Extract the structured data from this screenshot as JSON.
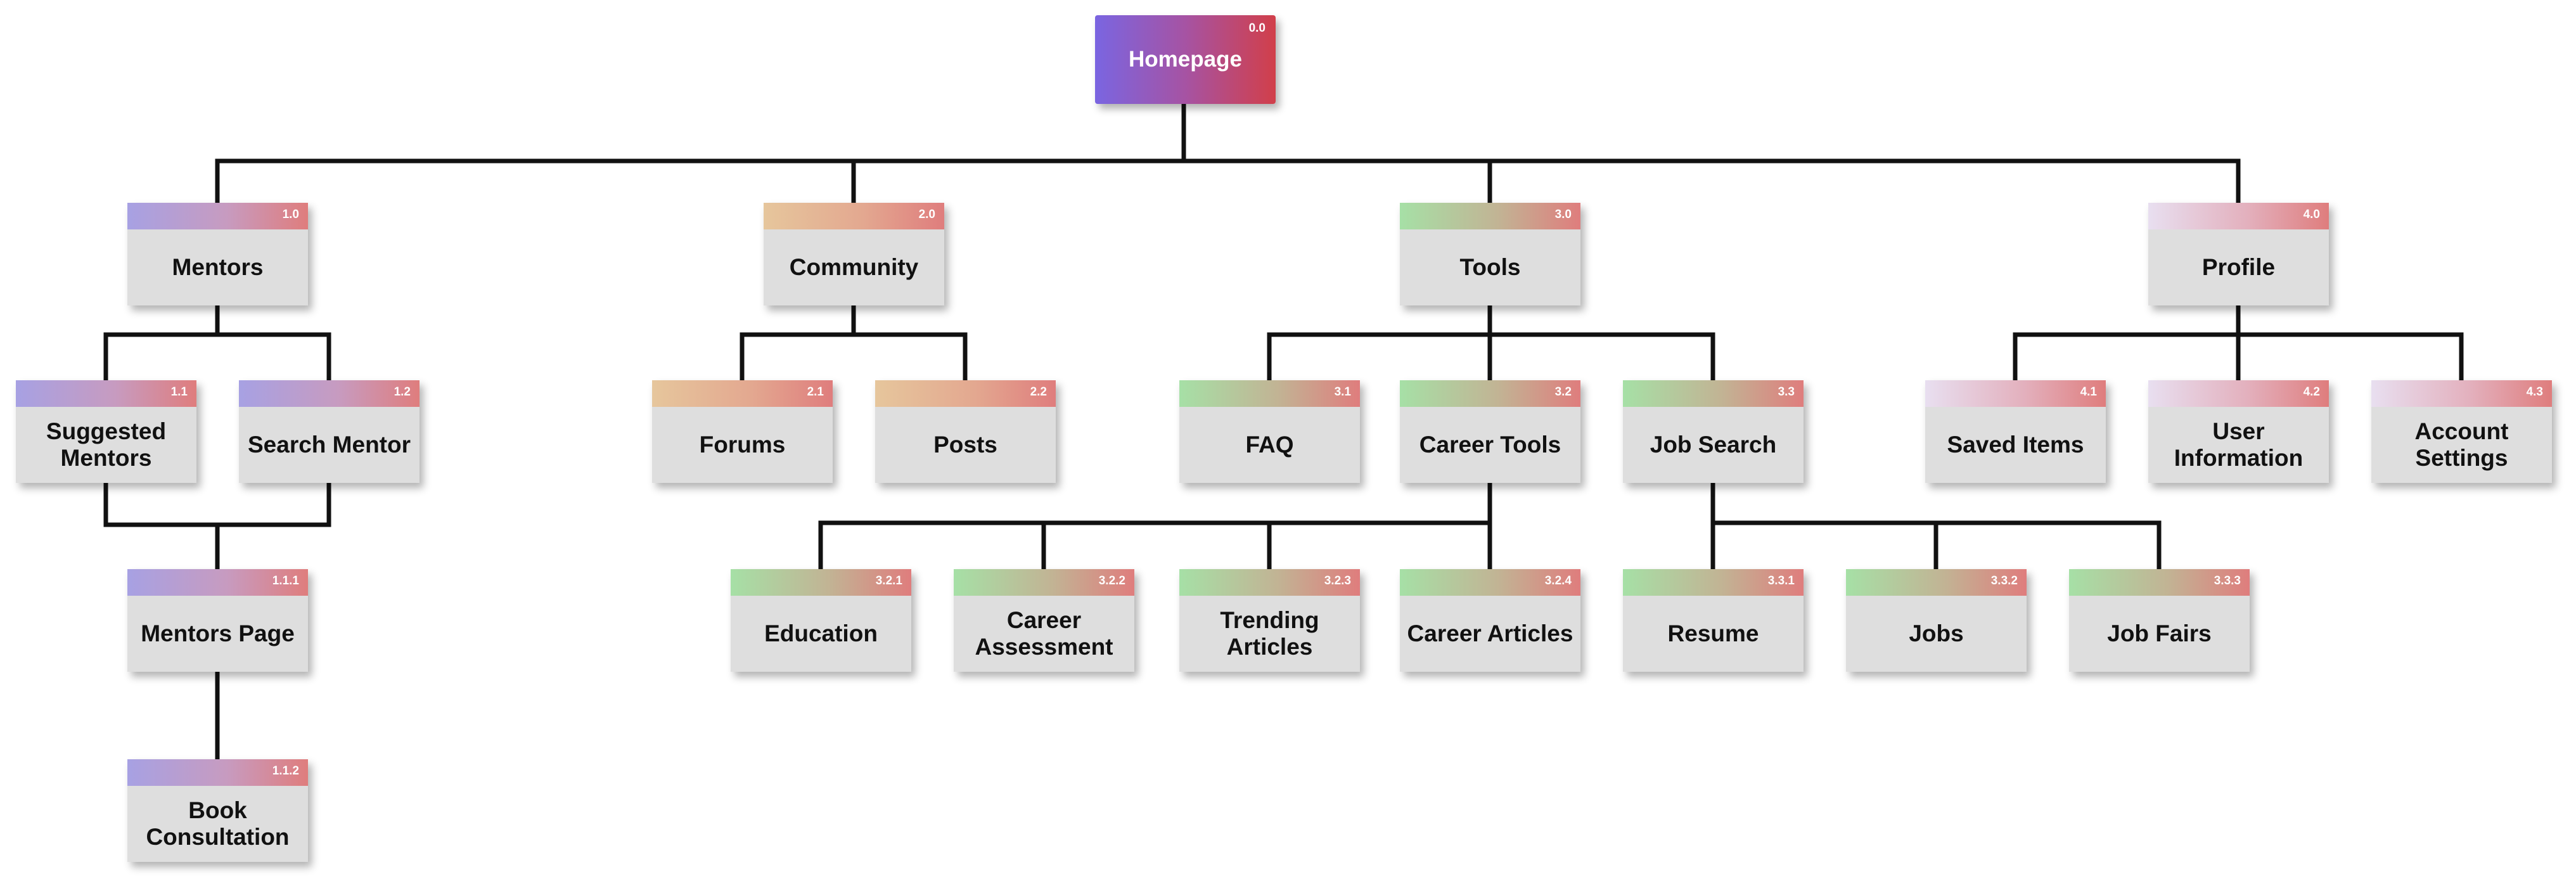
{
  "colors": {
    "line": "#111111",
    "box": "#dedede",
    "root_gradient": [
      "#7a65e1",
      "#d13f4a"
    ],
    "mentors_gradient": [
      "#a7a1e3",
      "#df7d7d"
    ],
    "community_gradient": [
      "#e6c69c",
      "#df7d7d"
    ],
    "tools_gradient": [
      "#a6e0a6",
      "#df7d7d"
    ],
    "profile_gradient": [
      "#e8dff0",
      "#df7d7d"
    ]
  },
  "nodes": {
    "homepage": {
      "num": "0.0",
      "label": "Homepage"
    },
    "mentors": {
      "num": "1.0",
      "label": "Mentors"
    },
    "suggested_mentors": {
      "num": "1.1",
      "label": "Suggested Mentors"
    },
    "search_mentor": {
      "num": "1.2",
      "label": "Search Mentor"
    },
    "mentors_page": {
      "num": "1.1.1",
      "label": "Mentors Page"
    },
    "book_consultation": {
      "num": "1.1.2",
      "label": "Book Consultation"
    },
    "community": {
      "num": "2.0",
      "label": "Community"
    },
    "forums": {
      "num": "2.1",
      "label": "Forums"
    },
    "posts": {
      "num": "2.2",
      "label": "Posts"
    },
    "tools": {
      "num": "3.0",
      "label": "Tools"
    },
    "faq": {
      "num": "3.1",
      "label": "FAQ"
    },
    "career_tools": {
      "num": "3.2",
      "label": "Career Tools"
    },
    "job_search": {
      "num": "3.3",
      "label": "Job Search"
    },
    "education": {
      "num": "3.2.1",
      "label": "Education"
    },
    "career_assessment": {
      "num": "3.2.2",
      "label": "Career Assessment"
    },
    "trending_articles": {
      "num": "3.2.3",
      "label": "Trending Articles"
    },
    "career_articles": {
      "num": "3.2.4",
      "label": "Career Articles"
    },
    "resume": {
      "num": "3.3.1",
      "label": "Resume"
    },
    "jobs": {
      "num": "3.3.2",
      "label": "Jobs"
    },
    "job_fairs": {
      "num": "3.3.3",
      "label": "Job Fairs"
    },
    "profile": {
      "num": "4.0",
      "label": "Profile"
    },
    "saved_items": {
      "num": "4.1",
      "label": "Saved Items"
    },
    "user_information": {
      "num": "4.2",
      "label": "User Information"
    },
    "account_settings": {
      "num": "4.3",
      "label": "Account Settings"
    }
  },
  "edges": [
    [
      "homepage",
      "mentors"
    ],
    [
      "homepage",
      "community"
    ],
    [
      "homepage",
      "tools"
    ],
    [
      "homepage",
      "profile"
    ],
    [
      "mentors",
      "suggested_mentors"
    ],
    [
      "mentors",
      "search_mentor"
    ],
    [
      "suggested_mentors",
      "mentors_page"
    ],
    [
      "search_mentor",
      "mentors_page"
    ],
    [
      "mentors_page",
      "book_consultation"
    ],
    [
      "community",
      "forums"
    ],
    [
      "community",
      "posts"
    ],
    [
      "tools",
      "faq"
    ],
    [
      "tools",
      "career_tools"
    ],
    [
      "tools",
      "job_search"
    ],
    [
      "career_tools",
      "education"
    ],
    [
      "career_tools",
      "career_assessment"
    ],
    [
      "career_tools",
      "trending_articles"
    ],
    [
      "career_tools",
      "career_articles"
    ],
    [
      "job_search",
      "resume"
    ],
    [
      "job_search",
      "jobs"
    ],
    [
      "job_search",
      "job_fairs"
    ],
    [
      "profile",
      "saved_items"
    ],
    [
      "profile",
      "user_information"
    ],
    [
      "profile",
      "account_settings"
    ]
  ]
}
